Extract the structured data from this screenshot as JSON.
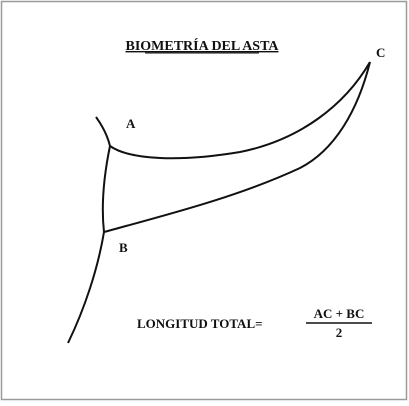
{
  "figure": {
    "title": "BIOMETRÍA DEL ASTA",
    "points": {
      "a": "A",
      "b": "B",
      "c": "C"
    },
    "formula": {
      "label": "LONGITUD TOTAL=",
      "numerator": "AC + BC",
      "denominator": "2"
    },
    "colors": {
      "ink": "#111111",
      "border": "#9a9a9a",
      "background": "#ffffff"
    }
  }
}
